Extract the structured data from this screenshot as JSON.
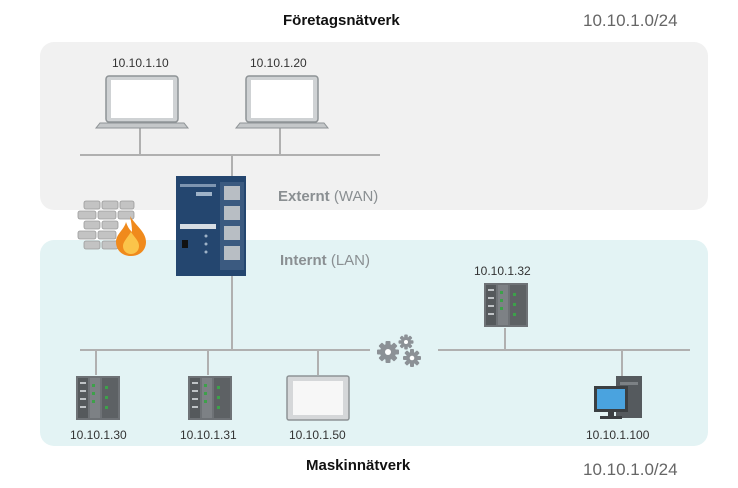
{
  "titles": {
    "corporate": "Företagsnätverk",
    "machine": "Maskinnätverk"
  },
  "subnets": {
    "corporate": "10.10.1.0/24",
    "machine": "10.10.1.0/24"
  },
  "zones": {
    "external_bold": "Externt",
    "external_paren": "(WAN)",
    "internal_bold": "Internt",
    "internal_paren": "(LAN)"
  },
  "devices": {
    "laptop1": "10.10.1.10",
    "laptop2": "10.10.1.20",
    "plc1": "10.10.1.30",
    "plc2": "10.10.1.31",
    "panel": "10.10.1.50",
    "plc3": "10.10.1.32",
    "pc": "10.10.1.100"
  },
  "colors": {
    "corporate_zone": "#f1f1f1",
    "machine_zone": "#e3f3f4",
    "lines": "#b0b0b0",
    "flame": "#f08a1c"
  }
}
